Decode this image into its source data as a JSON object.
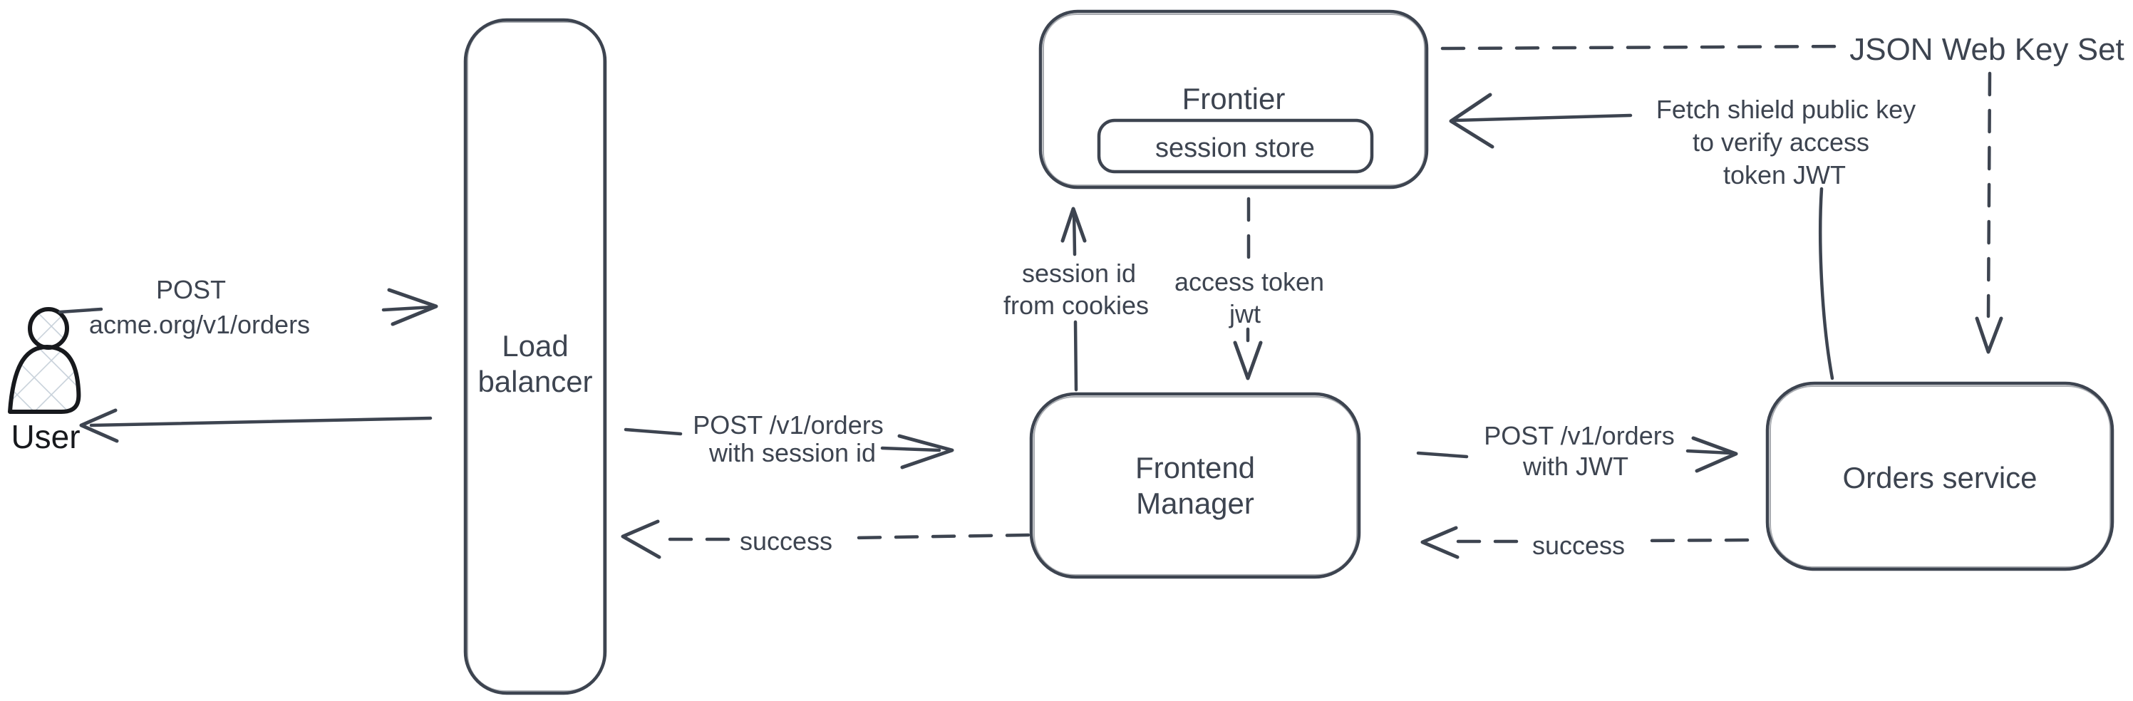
{
  "diagram": {
    "colors": {
      "ink": "#3d4450",
      "user_ink": "#17191d",
      "hatch": "#c8d1da",
      "background": "#ffffff"
    },
    "nodes": {
      "user": {
        "label": "User"
      },
      "load_balancer": {
        "line1": "Load",
        "line2": "balancer"
      },
      "frontier": {
        "label": "Frontier"
      },
      "session_store": {
        "label": "session store"
      },
      "frontend_manager": {
        "line1": "Frontend",
        "line2": "Manager"
      },
      "orders_service": {
        "label": "Orders service"
      }
    },
    "edges": {
      "user_to_lb": {
        "line1": "POST",
        "line2": "acme.org/v1/orders"
      },
      "lb_to_fm": {
        "line1": "POST /v1/orders",
        "line2": "with session id"
      },
      "fm_to_lb": {
        "label": "success"
      },
      "fm_to_frontier": {
        "line1": "session id",
        "line2": "from cookies"
      },
      "frontier_to_fm": {
        "line1": "access token",
        "line2": "jwt"
      },
      "fm_to_orders": {
        "line1": "POST /v1/orders",
        "line2": "with JWT"
      },
      "orders_to_fm": {
        "label": "success"
      },
      "frontier_to_jwks": {
        "label": "JSON Web Key Set"
      },
      "orders_to_frontier": {
        "line1": "Fetch shield public key",
        "line2": "to verify access",
        "line3": "token JWT"
      }
    }
  }
}
